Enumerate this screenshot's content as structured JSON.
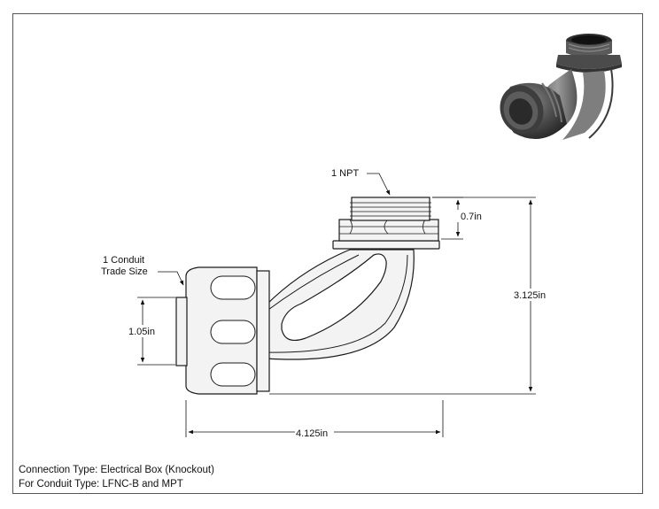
{
  "dimensions": {
    "thread_size": "1 NPT",
    "thread_length": "0.7in",
    "overall_height": "3.125in",
    "overall_width": "4.125in",
    "conduit_diameter": "1.05in",
    "conduit_trade_size_line1": "1 Conduit",
    "conduit_trade_size_line2": "Trade Size"
  },
  "notes": {
    "connection_type": "Connection Type: Electrical Box (Knockout)",
    "conduit_type": "For Conduit Type: LFNC-B and MPT"
  },
  "colors": {
    "part_fill": "#f3f3f3",
    "part_stroke": "#1a1a1a",
    "iso_dark": "#3a3a3a",
    "iso_mid": "#6e6e6e",
    "dimension_line": "#111111"
  }
}
